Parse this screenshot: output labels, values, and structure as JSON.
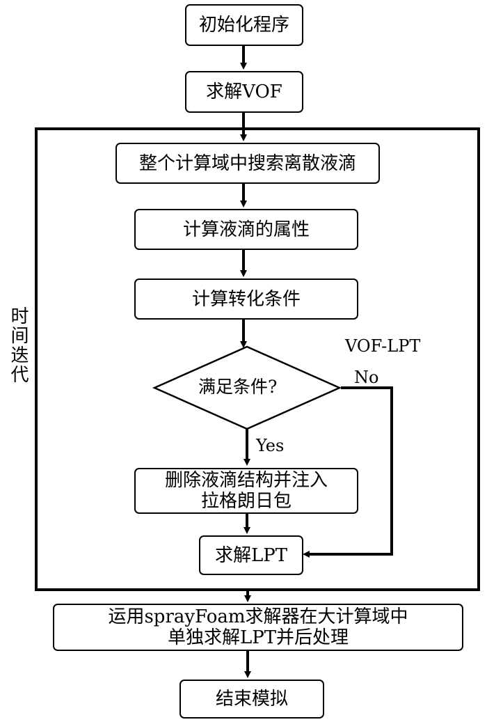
{
  "flowchart": {
    "steps": {
      "init": "初始化程序",
      "solve_vof": "求解VOF",
      "search": "整个计算域中搜索离散液滴",
      "calc_props": "计算液滴的属性",
      "calc_cond": "计算转化条件",
      "decision": "满足条件?",
      "delete_line1": "删除液滴结构并注入",
      "delete_line2": "拉格朗日包",
      "solve_lpt": "求解LPT",
      "sprayfoam_line1": "运用sprayFoam求解器在大计算域中",
      "sprayfoam_line2": "单独求解LPT并后处理",
      "end": "结束模拟"
    },
    "labels": {
      "loop": "时间迭代",
      "vof_lpt": "VOF-LPT",
      "no": "No",
      "yes": "Yes"
    }
  }
}
